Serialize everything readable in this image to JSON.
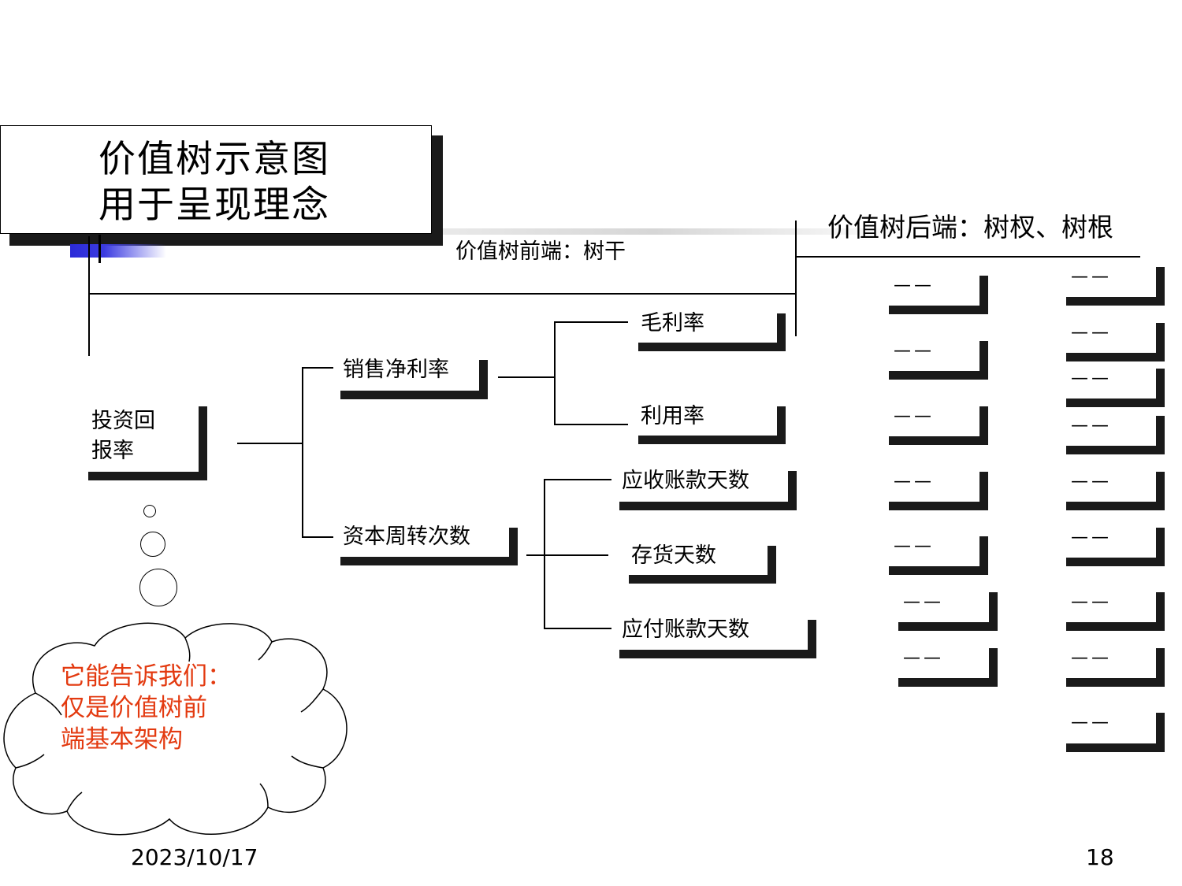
{
  "title": {
    "line1": "价值树示意图",
    "line2": "用于呈现理念"
  },
  "labels": {
    "front_end": "价值树前端：树干",
    "back_end": "价值树后端：树杈、树根"
  },
  "nodes": {
    "root": {
      "line1": "投资回",
      "line2": "报率"
    },
    "net_margin": "销售净利率",
    "capital_turnover": "资本周转次数",
    "gross_margin": "毛利率",
    "utilization": "利用率",
    "receivable_days": "应收账款天数",
    "inventory_days": "存货天数",
    "payable_days": "应付账款天数"
  },
  "placeholder": "——",
  "callout": {
    "line1": "它能告诉我们：",
    "line2": "仅是价值树前",
    "line3": "端基本架构",
    "color": "#e33a10"
  },
  "footer": {
    "date": "2023/10/17",
    "page": "18"
  }
}
